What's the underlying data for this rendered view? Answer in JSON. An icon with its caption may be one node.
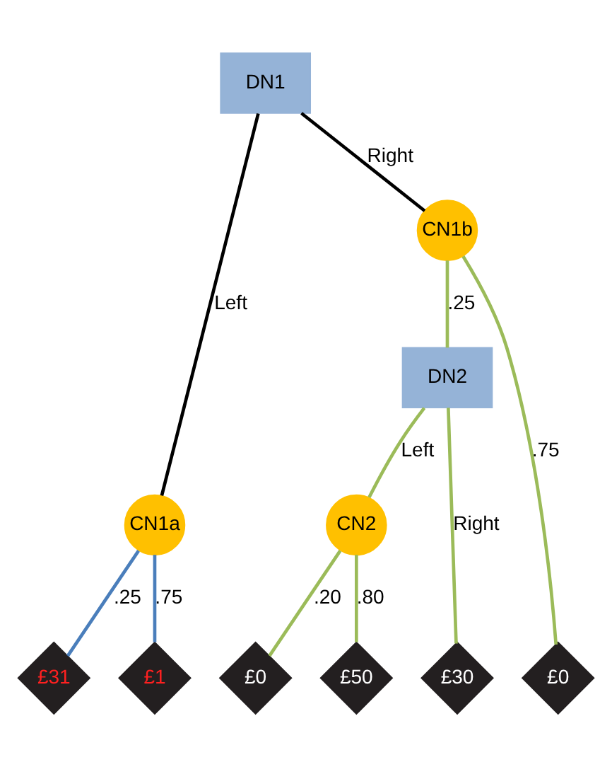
{
  "diagram": {
    "nodes": [
      {
        "text": [
          "DN1"
        ]
      },
      {
        "text": [
          "CN1a"
        ]
      },
      {
        "text": [
          "CN1b"
        ]
      },
      {
        "text": [
          "DN2"
        ]
      },
      {
        "text": [
          "CN2"
        ]
      },
      {
        "text": [
          "£31"
        ]
      },
      {
        "text": [
          "£1"
        ]
      },
      {
        "text": [
          "£0"
        ]
      },
      {
        "text": [
          "£0"
        ]
      },
      {
        "text": [
          "£50"
        ]
      },
      {
        "text": [
          "£30"
        ]
      }
    ],
    "edges": [
      {
        "from": 0,
        "to": 1,
        "arrow": "none",
        "label": "Left",
        "color": "#000000"
      },
      {
        "from": 0,
        "to": 2,
        "arrow": "none",
        "label": "Right",
        "color": "#000000"
      },
      {
        "from": 1,
        "to": 5,
        "arrow": "none",
        "label": ".25",
        "color": "#4a7ebb"
      },
      {
        "from": 1,
        "to": 6,
        "arrow": "none",
        "label": ".75",
        "color": "#4a7ebb"
      },
      {
        "from": 2,
        "to": 7,
        "arrow": "none",
        "label": ".75"
      },
      {
        "from": 2,
        "to": 3,
        "arrow": "none",
        "label": ".25"
      },
      {
        "from": 3,
        "to": 4,
        "arrow": "none",
        "label": "Left"
      },
      {
        "from": 3,
        "to": 10,
        "arrow": "none",
        "label": "Right"
      },
      {
        "from": 4,
        "to": 8,
        "arrow": "none",
        "label": ".20"
      },
      {
        "from": 4,
        "to": 9,
        "arrow": "none",
        "label": ".80"
      }
    ]
  }
}
